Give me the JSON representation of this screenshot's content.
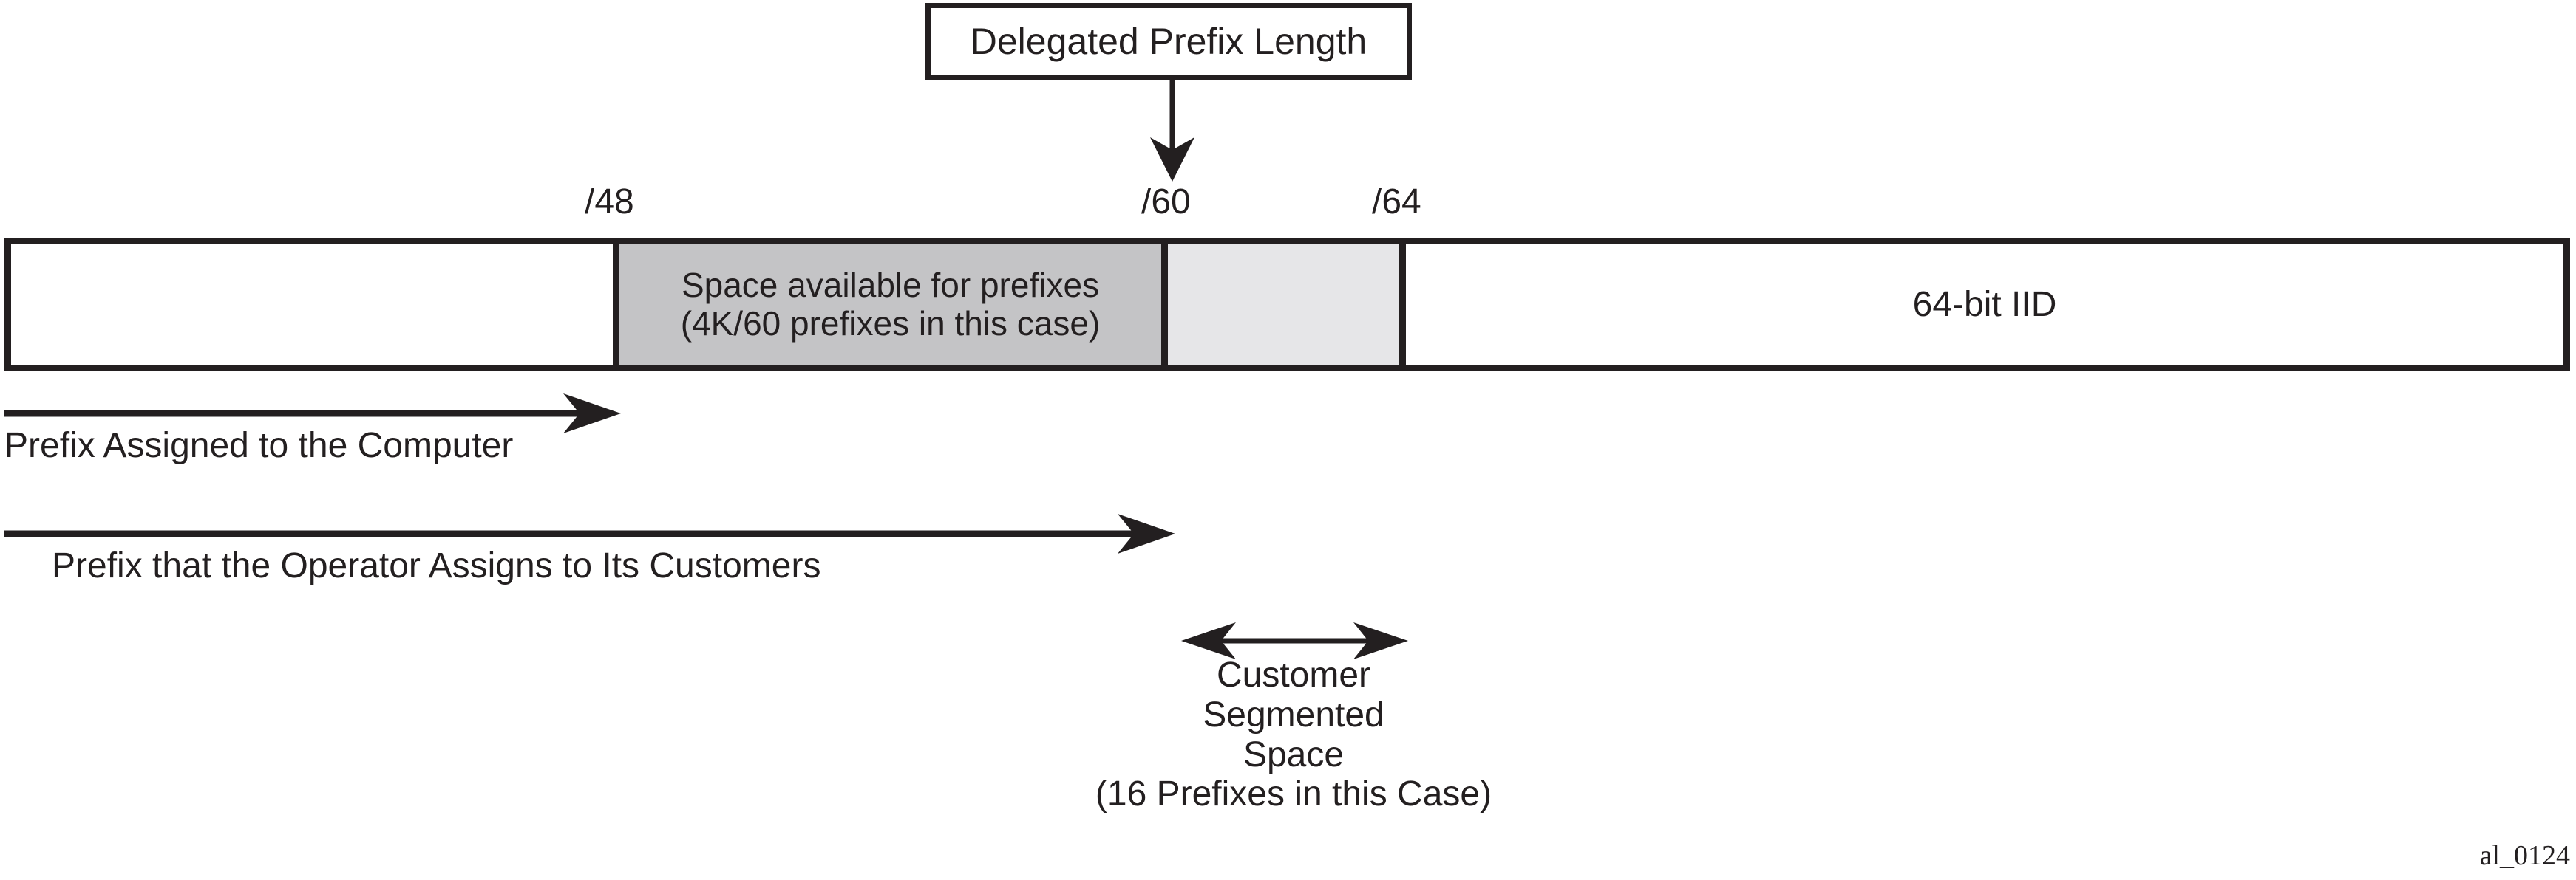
{
  "figure": {
    "id_label": "al_0124",
    "callout": {
      "label": "Delegated Prefix Length",
      "points_to_tick": "/60"
    },
    "ticks": [
      {
        "name": "prefix-48",
        "label": "/48"
      },
      {
        "name": "prefix-60",
        "label": "/60"
      },
      {
        "name": "prefix-64",
        "label": "/64"
      }
    ],
    "address_bar": {
      "segments": [
        {
          "name": "unused-left",
          "fill": "#ffffff",
          "lines": []
        },
        {
          "name": "prefix-space",
          "fill": "#c4c4c6",
          "lines": [
            "Space available for prefixes",
            "(4K/60 prefixes in this case)"
          ]
        },
        {
          "name": "customer-segmented-space",
          "fill": "#e6e6e8",
          "lines": []
        },
        {
          "name": "interface-identifier",
          "fill": "#ffffff",
          "lines": [
            "64-bit IID"
          ]
        }
      ]
    },
    "span_arrows": [
      {
        "name": "prefix-assigned-to-computer",
        "caption": "Prefix Assigned to the Computer",
        "heads": "right",
        "from_tick": "start",
        "to_tick": "/48"
      },
      {
        "name": "prefix-operator-assigns",
        "caption": "Prefix that the Operator Assigns to Its Customers",
        "heads": "right",
        "from_tick": "start",
        "to_tick": "/60"
      },
      {
        "name": "customer-segmented-space",
        "caption_lines": [
          "Customer",
          "Segmented",
          "Space",
          "(16 Prefixes in this Case)"
        ],
        "heads": "both",
        "from_tick": "/60",
        "to_tick": "/64"
      }
    ],
    "colors": {
      "ink": "#231f20",
      "prefix_space_fill": "#c4c4c6",
      "customer_space_fill": "#e6e6e8",
      "background": "#ffffff"
    }
  }
}
